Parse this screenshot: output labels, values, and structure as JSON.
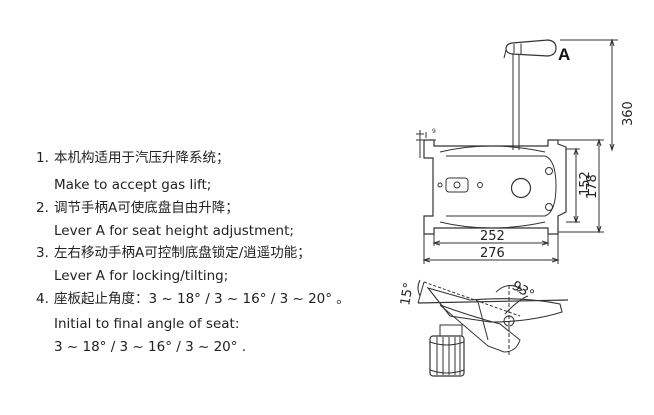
{
  "notes": [
    {
      "num": "1.",
      "zh": "本机构适用于汽压升降系统；",
      "en": "Make to accept gas lift;"
    },
    {
      "num": "2.",
      "zh": "调节手柄A可使底盘自由升降；",
      "en": "Lever A for seat height adjustment;"
    },
    {
      "num": "3.",
      "zh": "左右移动手柄A可控制底盘锁定/逍遥功能；",
      "en": "Lever A for locking/tilting;"
    },
    {
      "num": "4.",
      "zh": "座板起止角度：3 ~ 18°  / 3 ~ 16°  / 3 ~ 20°  。",
      "en": "Initial to final angle of seat:",
      "en2": "3 ~ 18°  / 3 ~ 16°  / 3 ~ 20°  ."
    }
  ],
  "drawing": {
    "lever_label": "A",
    "dim_height": "360",
    "dim_152": "152",
    "dim_178": "178",
    "dim_252": "252",
    "dim_276": "276",
    "dim_small": "9",
    "angle_15": "15°",
    "angle_93": "93°"
  }
}
